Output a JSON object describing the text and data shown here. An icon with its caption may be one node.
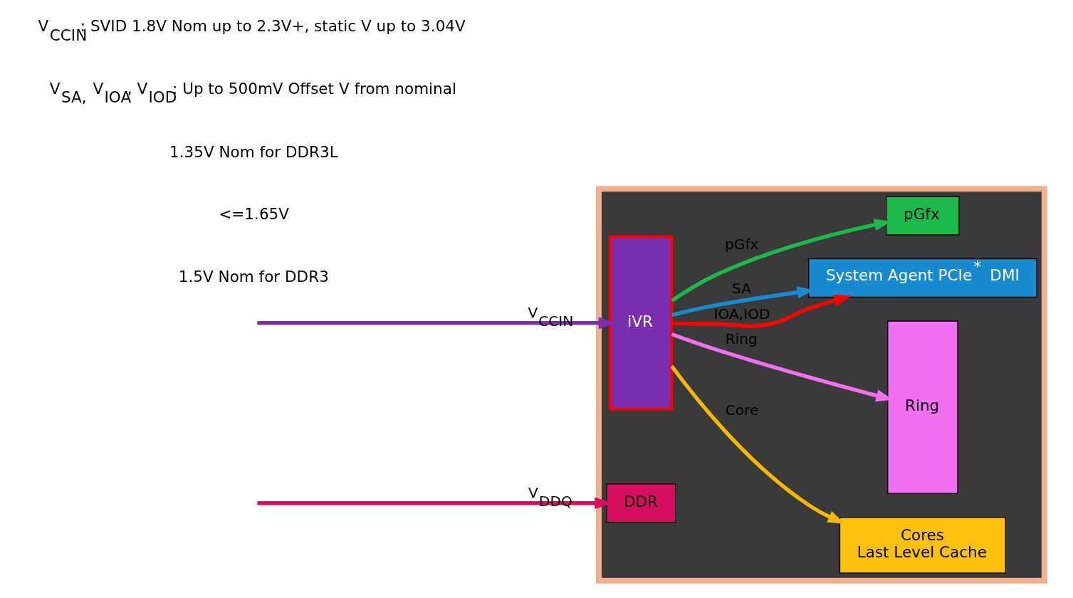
{
  "diagram": {
    "nodes": [
      {
        "text": [],
        "shape": "box"
      },
      {
        "text": [
          "iVR"
        ],
        "in": 0
      },
      {
        "text": [
          "Cores",
          "Last Level Cache"
        ],
        "in": 0
      },
      {
        "text": [
          "Ring"
        ],
        "in": 0
      },
      {
        "text": [
          "DDR"
        ],
        "in": 0
      },
      {
        "text": [
          "System Agent PCIe$^{*}$ DMI"
        ],
        "in": 0
      },
      {
        "text": [
          "pGfx"
        ],
        "in": 0
      }
    ],
    "edges": [
      {
        "from": null,
        "to": 1,
        "arrow": "to",
        "label": "V$_{CCIN}$",
        "color": "#7b2fb0"
      },
      {
        "from": 1,
        "to": 2,
        "arrow": "to",
        "label": "Core",
        "color": "#f5b800"
      },
      {
        "from": 1,
        "to": 3,
        "arrow": "to",
        "label": "Ring",
        "color": "#f070f0"
      },
      {
        "from": 1,
        "to": 6,
        "arrow": "to",
        "label": "pGfx",
        "color": "#1db84a"
      },
      {
        "from": 1,
        "to": 5,
        "arrow": "to",
        "label": "IOA,IOD",
        "color": "#ff0000"
      },
      {
        "from": 1,
        "to": 5,
        "arrow": "to",
        "label": "SA",
        "color": "#1a8ad0"
      },
      {
        "from": null,
        "to": 4,
        "arrow": "to",
        "label": "V$_{DDQ}$",
        "color": "#d6105e"
      }
    ],
    "labels": [
      "1.5V Nom for DDR3",
      "<=1.65V",
      "1.35V Nom for DDR3L",
      "V$_{SA,}$ V$_{IOA}$, V$_{IOD}$: Up to 500mV Offset V from nominal",
      "V$_{CCIN}$: SVID 1.8V Nom up to 2.3V+, static V up to 3.04V"
    ]
  }
}
